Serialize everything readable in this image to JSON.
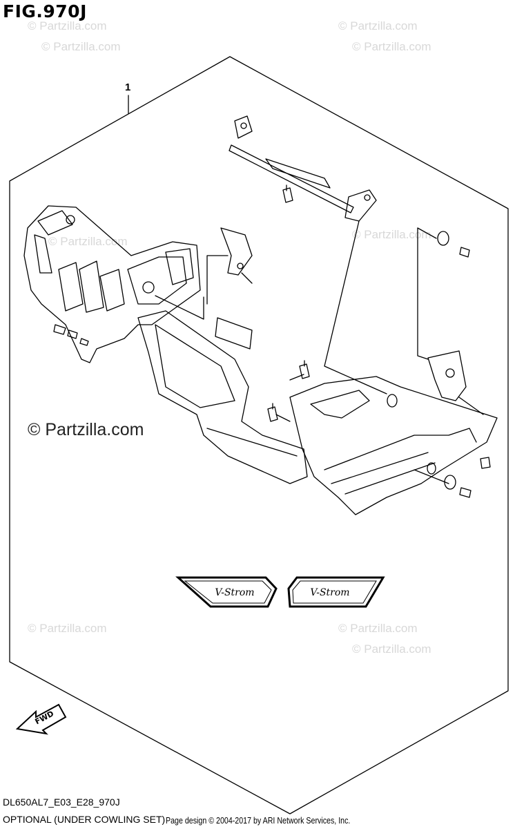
{
  "figure": {
    "title": "FIG.970J",
    "callout_label": "1",
    "model_code": "DL650AL7_E03_E28_970J",
    "caption": "OPTIONAL (UNDER COWLING SET)",
    "copyright": "Page design © 2004-2017 by ARI Network Services, Inc.",
    "badge_text": "V-Strom",
    "fwd_label": "FWD"
  },
  "watermarks": {
    "main": "© Partzilla.com",
    "faint": "© Partzilla.com"
  },
  "colors": {
    "line": "#000000",
    "watermark": "#d8d8d8",
    "background": "#ffffff"
  }
}
